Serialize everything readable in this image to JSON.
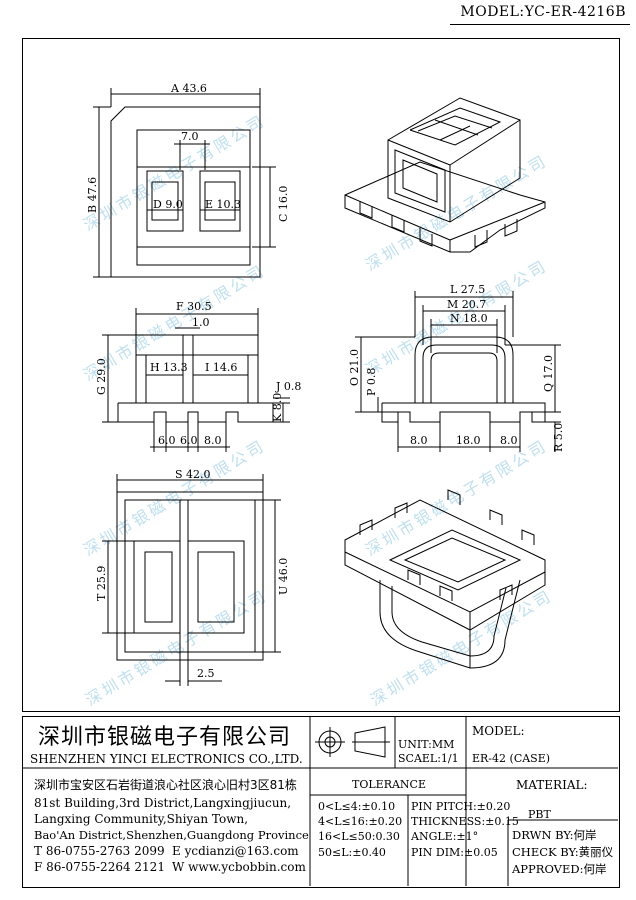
{
  "header": {
    "model": "MODEL:YC-ER-4216B"
  },
  "dims": {
    "a": "A 43.6",
    "b": "B 47.6",
    "c": "C 16.0",
    "d": "D 9.0",
    "e": "E 10.3",
    "seven": "7.0",
    "f": "F 30.5",
    "one": "1.0",
    "g": "G 29.0",
    "h": "H 13.3",
    "i": "I 14.6",
    "j": "J 0.8",
    "k": "K 8.0",
    "six1": "6.0",
    "six2": "6.0",
    "eight1": "8.0",
    "l": "L 27.5",
    "m": "M 20.7",
    "n": "N 18.0",
    "o": "O 21.0",
    "p": "P 0.8",
    "q": "Q 17.0",
    "r": "R 5.0",
    "eight2": "8.0",
    "eighteen": "18.0",
    "eight3": "8.0",
    "s": "S 42.0",
    "t": "T 25.9",
    "u": "U 46.0",
    "two5": "2.5"
  },
  "watermark": "深圳市银磁电子有限公司",
  "titleblock": {
    "company_cn": "深圳市银磁电子有限公司",
    "company_en": "SHENZHEN YINCI ELECTRONICS CO.,LTD.",
    "addr_cn": "深圳市宝安区石岩街道浪心社区浪心旧村3区81栋",
    "addr1": "81st Building,3rd District,Langxingjiucun,",
    "addr2": "Langxing Community,Shiyan Town,",
    "addr3": "Bao'An District,Shenzhen,Guangdong Province",
    "tel": "T 86-0755-2763 2099",
    "email": "E ycdianzi@163.com",
    "fax": "F 86-0755-2264 2121",
    "web": "W www.ycbobbin.com",
    "unit": "UNIT:MM",
    "scale": "SCAEL:1/1",
    "model_label": "MODEL:",
    "model_value": "ER-42 (CASE)",
    "tolerance": "TOLERANCE",
    "tol1": "0<L≤4:±0.10",
    "tol2": "4<L≤16:±0.20",
    "tol3": "16<L≤50:0.30",
    "tol4": "50≤L:±0.40",
    "pin_pitch": "PIN PITCH:±0.20",
    "thickness": "THICKNESS:±0.15",
    "angle": "ANGLE:±1°",
    "pin_dim": "PIN DIM:±0.05",
    "material_label": "MATERIAL:",
    "material_value": "PBT",
    "drawn": "DRWN BY:何岸",
    "check": "CHECK BY:黄丽仪",
    "approved": "APPROVED:何岸"
  }
}
